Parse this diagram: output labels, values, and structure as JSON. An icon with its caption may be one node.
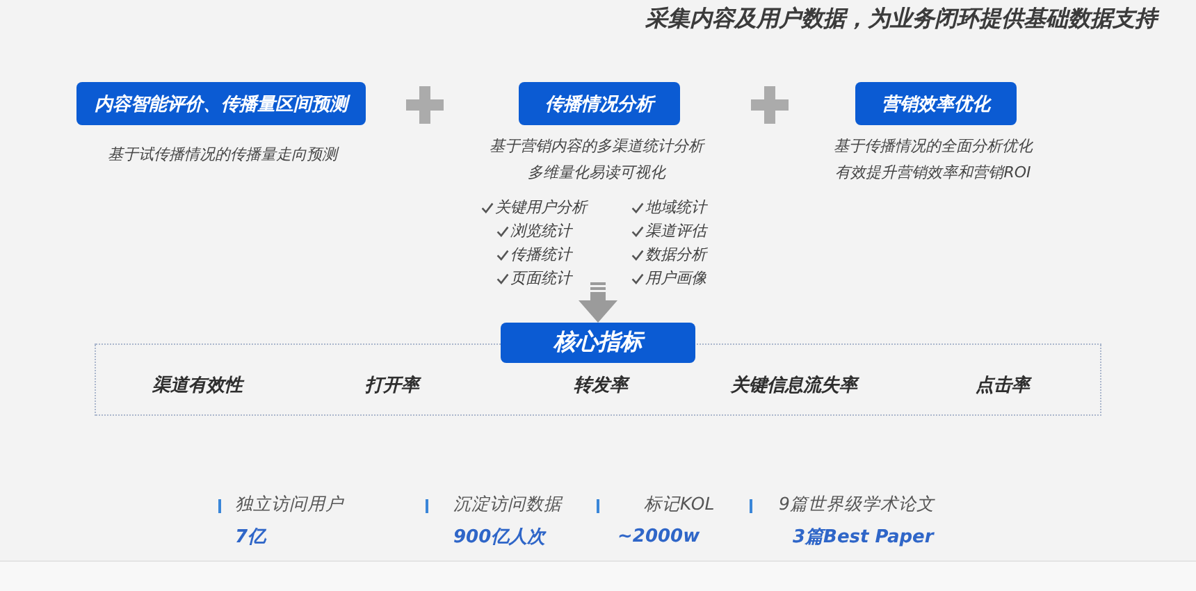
{
  "diagram": {
    "title": "采集内容及用户数据，为业务闭环提供基础数据支持",
    "nodes": [
      {
        "text": [
          "内容智能评价、传播量区间预测"
        ],
        "beside": [
          "基于试传播情况的传播量走向预测"
        ]
      },
      {
        "text": [
          "传播情况分析"
        ],
        "beside": [
          "基于营销内容的多渠道统计分析",
          "多维量化易读可视化"
        ]
      },
      {
        "text": [
          "营销效率优化"
        ],
        "beside": [
          "基于传播情况的全面分析优化",
          "有效提升营销效率和营销ROI"
        ]
      },
      {
        "text": [
          "核心指标"
        ]
      },
      {
        "text": [
          "渠道有效性",
          "打开率",
          "转发率",
          "关键信息流失率",
          "点击率"
        ]
      }
    ],
    "edges": [
      {
        "from": null,
        "to": 3,
        "arrow": "to"
      }
    ],
    "labels": [
      "关键用户分析",
      "地域统计",
      "浏览统计",
      "渠道评估",
      "传播统计",
      "数据分析",
      "页面统计",
      "用户画像",
      "独立访问用户",
      "沉淀访问数据",
      "标记KOL",
      "9篇世界级学术论文",
      "7亿",
      "900亿人次",
      "~2000w",
      "3篇Best Paper"
    ]
  }
}
